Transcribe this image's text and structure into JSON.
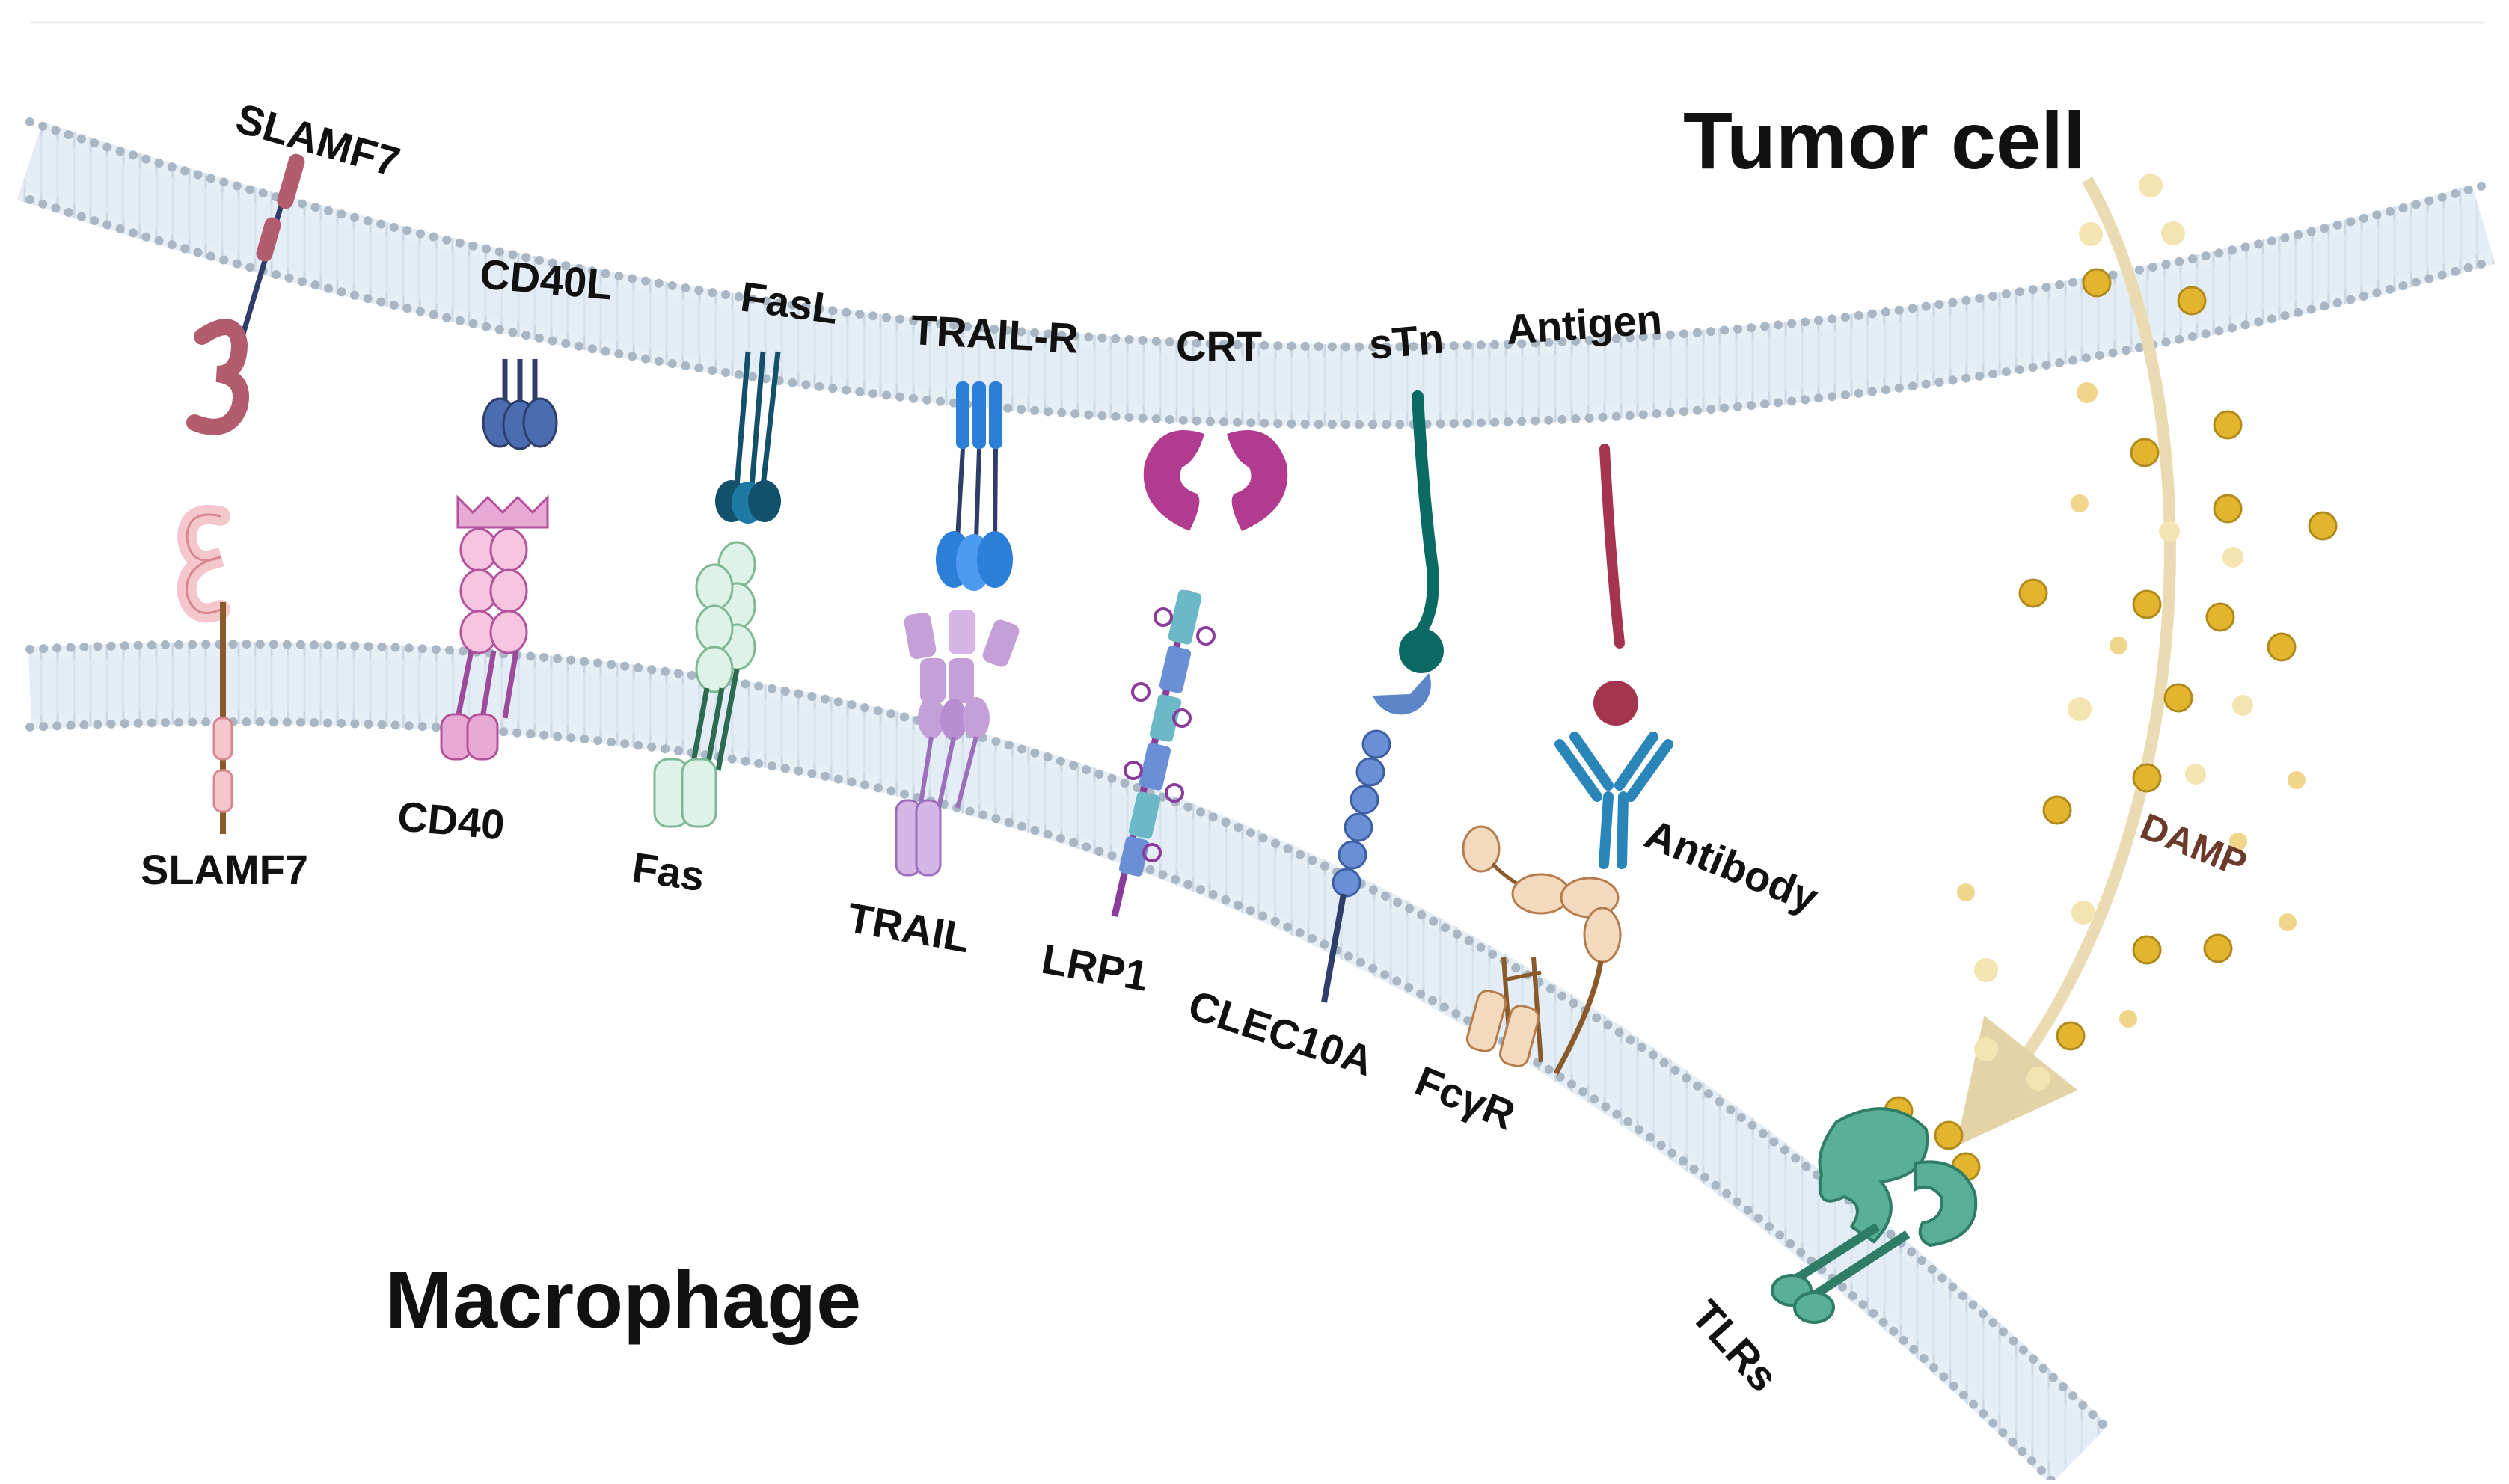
{
  "regions": {
    "tumor_cell": "Tumor cell",
    "macrophage": "Macrophage"
  },
  "tumor_labels": {
    "slamf7": "SLAMF7",
    "cd40l": "CD40L",
    "fasl": "FasL",
    "trail_r": "TRAIL-R",
    "crt": "CRT",
    "stn": "sTn",
    "antigen": "Antigen"
  },
  "macrophage_labels": {
    "slamf7": "SLAMF7",
    "cd40": "CD40",
    "fas": "Fas",
    "trail": "TRAIL",
    "lrp1": "LRP1",
    "clec10a": "CLEC10A",
    "fcgr": "FcγR",
    "antibody": "Antibody",
    "tlrs": "TLRs",
    "damp": "DAMP"
  },
  "colors": {
    "membrane_fill": "#e3edf5",
    "membrane_beads": "#a9b7c4",
    "slamf7_tumor": "#b35c6e",
    "slamf7_macro": "#f4c7cc",
    "cd40l": "#4a6cb0",
    "cd40": "#e9a9d6",
    "fasl": "#13506b",
    "fas": "#cfe9dc",
    "trail_r": "#2b7fd9",
    "trail": "#c59fd8",
    "crt": "#b13b8f",
    "lrp1": "#6b8fd6",
    "stn": "#0b6a63",
    "clec10a": "#5d86c9",
    "antigen": "#a5344f",
    "antibody": "#2a86b9",
    "fcgr": "#ecc9a4",
    "tlrs": "#5aaf97",
    "damp": "#e3b52e",
    "damp_arrow": "#eadbb2",
    "damp_text": "#6b3a2a"
  }
}
